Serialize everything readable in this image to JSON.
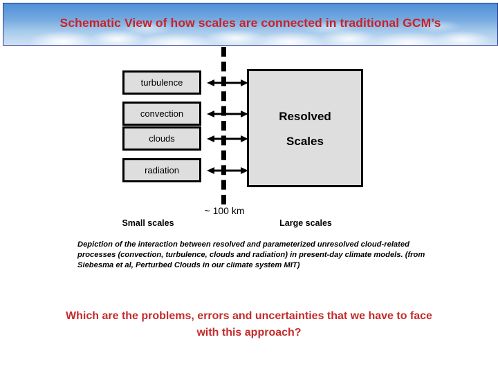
{
  "header": {
    "title": "Schematic View of how scales are connected in traditional GCM’s",
    "title_color": "#cc2026",
    "border_color": "#2a3a8c"
  },
  "diagram": {
    "unresolved_boxes": [
      {
        "label": "turbulence"
      },
      {
        "label": "convection"
      },
      {
        "label": "clouds"
      },
      {
        "label": "radiation"
      }
    ],
    "arrow_icon_name": "double-headed-arrow-icon",
    "divider_icon_name": "vertical-dashed-line-icon",
    "resolved": {
      "line1": "Resolved",
      "line2": "Scales",
      "fill_color": "#dedede",
      "border_color": "#000000"
    },
    "scale_marker": "~ 100 km",
    "small_scales_label": "Small scales",
    "large_scales_label": "Large scales"
  },
  "caption": {
    "text": "Depiction of the interaction between resolved and parameterized unresolved cloud-related processes (convection, turbulence, clouds and radiation) in present-day climate models. (from Siebesma et al, Perturbed Clouds in our climate system MIT)"
  },
  "question": {
    "line1": "Which are the problems, errors and uncertainties that we have to face",
    "line2": "with this approach?",
    "color": "#c42b2b"
  }
}
